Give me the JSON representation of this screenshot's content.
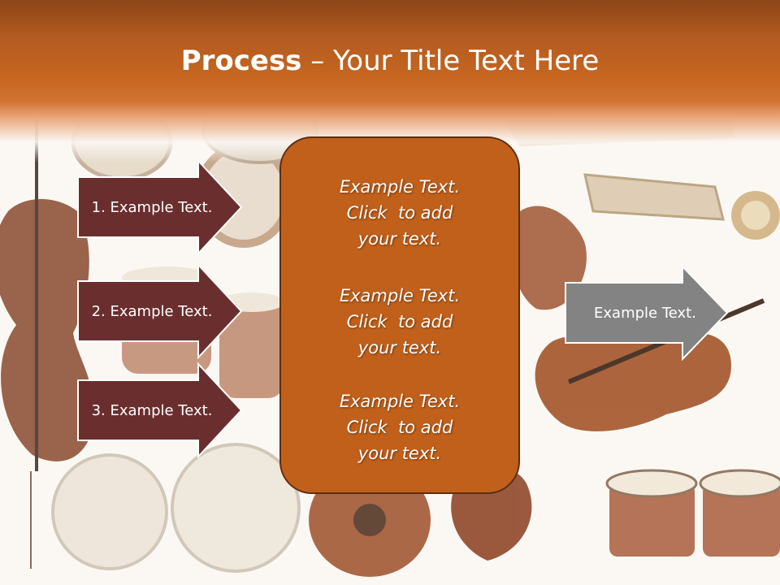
{
  "title": {
    "bold": "Process",
    "rest": " – Your Title Text Here"
  },
  "left_arrows": [
    {
      "label": "1. Example Text."
    },
    {
      "label": "2. Example Text."
    },
    {
      "label": "3. Example Text."
    }
  ],
  "center_box": {
    "paragraphs": [
      {
        "lines": [
          "Example Text.",
          "Click  to add",
          "your text."
        ]
      },
      {
        "lines": [
          "Example Text.",
          "Click  to add",
          "your text."
        ]
      },
      {
        "lines": [
          "Example Text.",
          "Click  to add",
          "your text."
        ]
      }
    ]
  },
  "right_arrow": {
    "label": "Example Text."
  },
  "colors": {
    "header": "#c6661f",
    "left_arrow_fill": "#6a2e2e",
    "center_box_fill": "#c0601b",
    "right_arrow_fill": "#838383"
  },
  "background_icons": [
    "cello-image",
    "drum-image",
    "trumpet-image",
    "guitar-image",
    "violin-image",
    "bongo-image"
  ]
}
